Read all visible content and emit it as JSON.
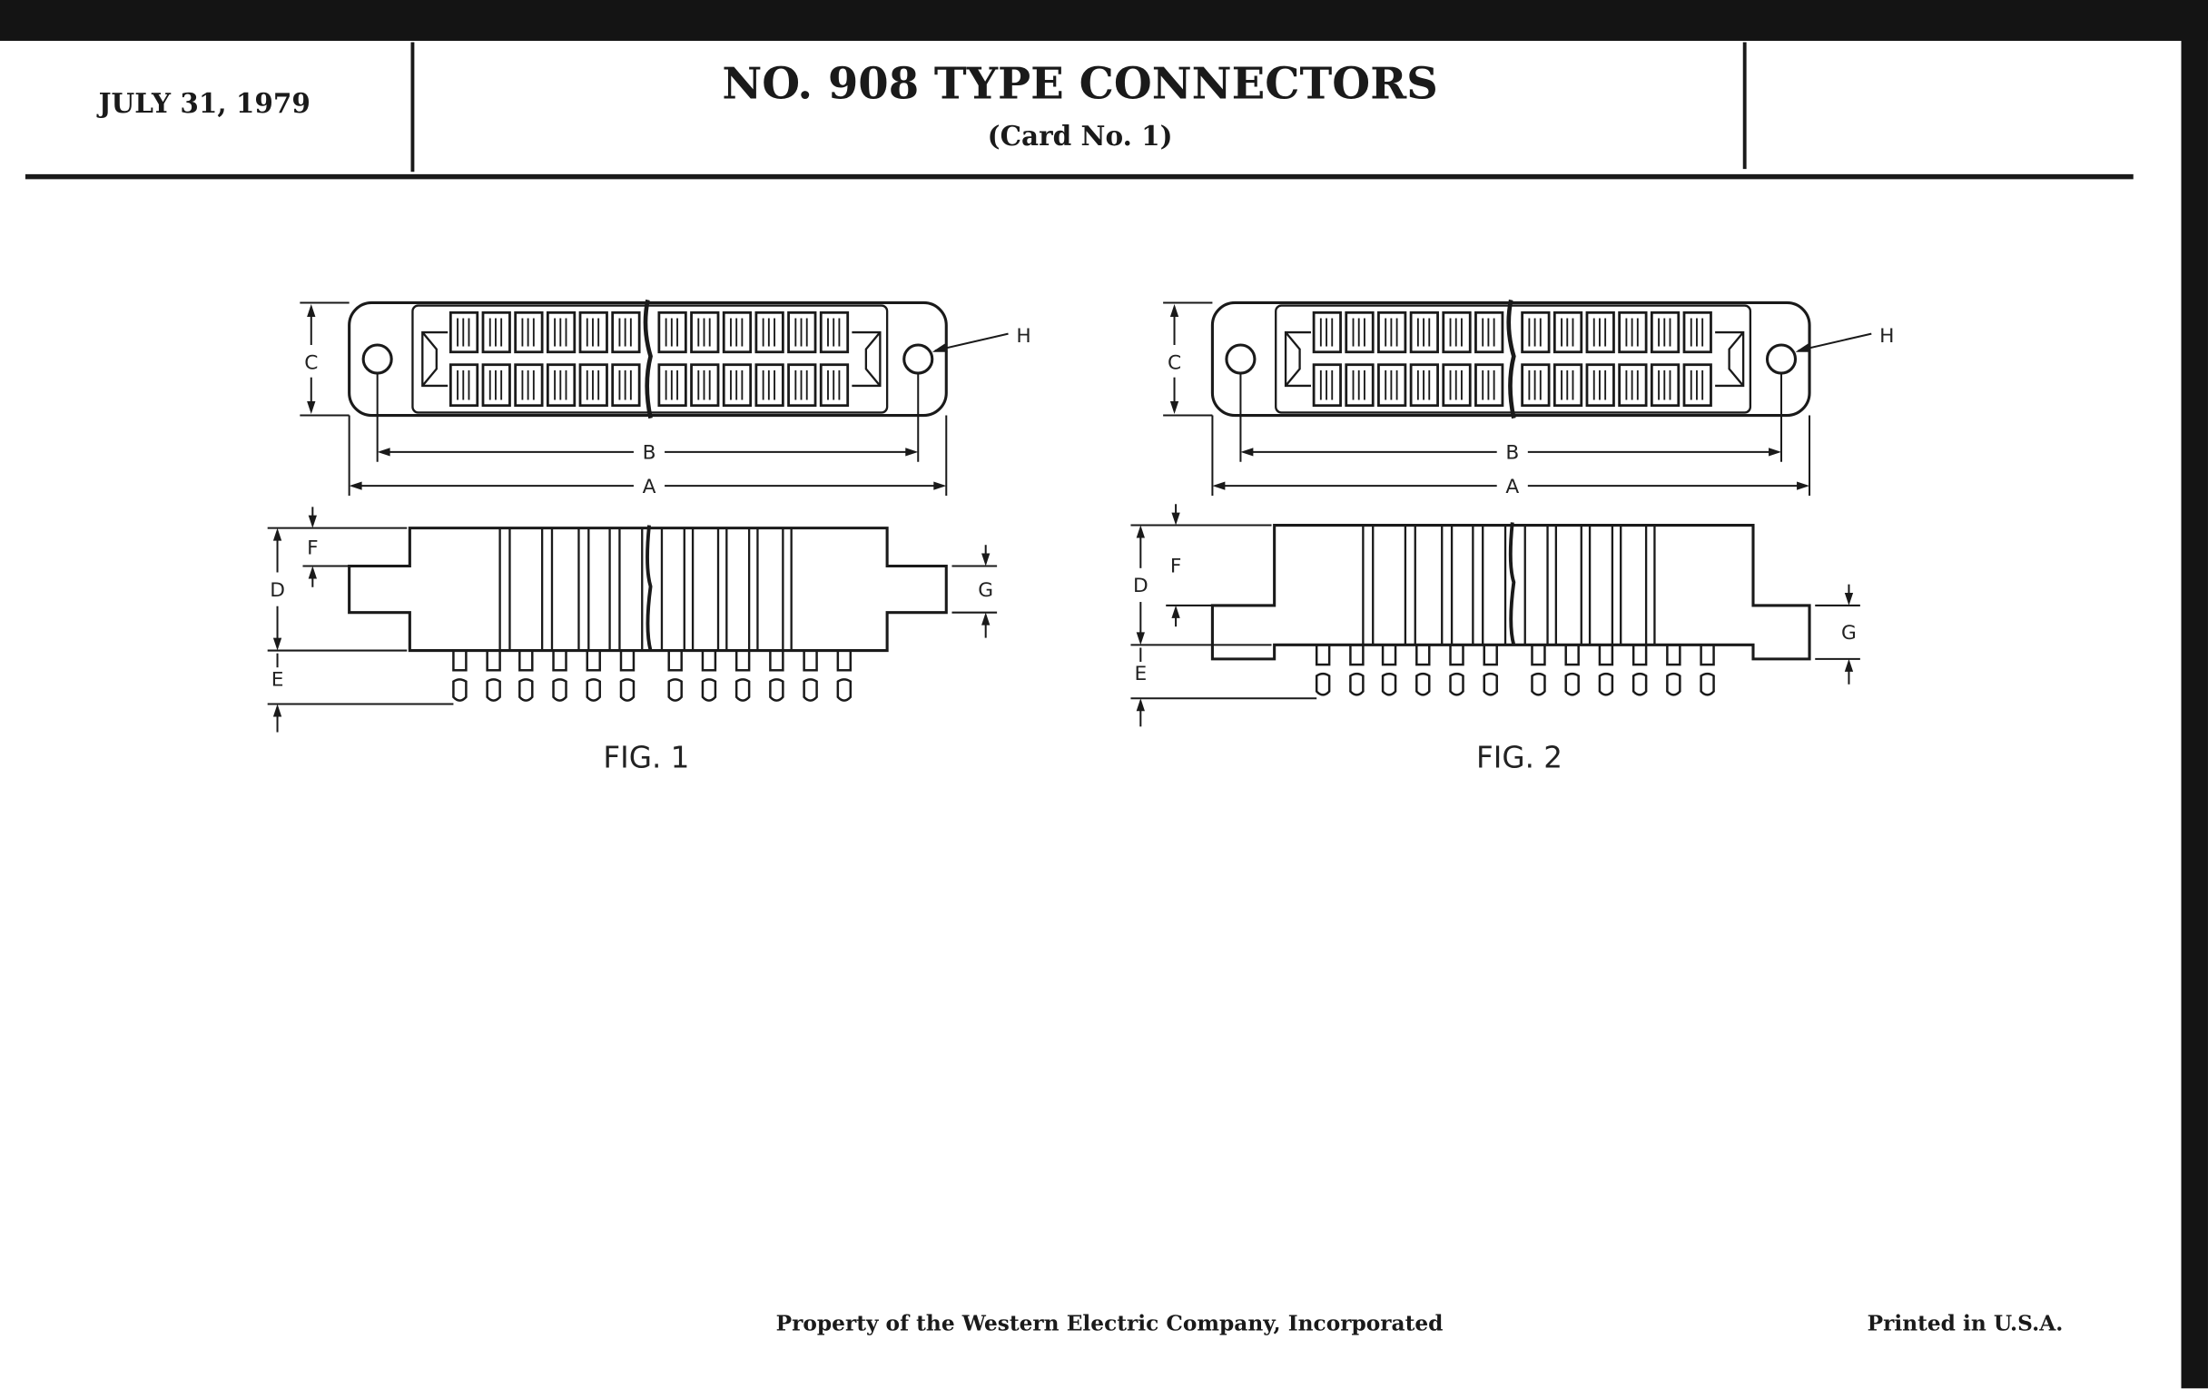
{
  "header": {
    "date": "JULY 31, 1979",
    "title": "NO. 908 TYPE CONNECTORS",
    "subtitle": "(Card No. 1)"
  },
  "figures": [
    {
      "label": "FIG. 1",
      "flange_position": "middle"
    },
    {
      "label": "FIG. 2",
      "flange_position": "bottom"
    }
  ],
  "dimensions": {
    "A": "A",
    "B": "B",
    "C": "C",
    "D": "D",
    "E": "E",
    "F": "F",
    "G": "G",
    "H": "H"
  },
  "footer": {
    "property": "Property of the Western Electric Company, Incorporated",
    "printed": "Printed in U.S.A."
  }
}
